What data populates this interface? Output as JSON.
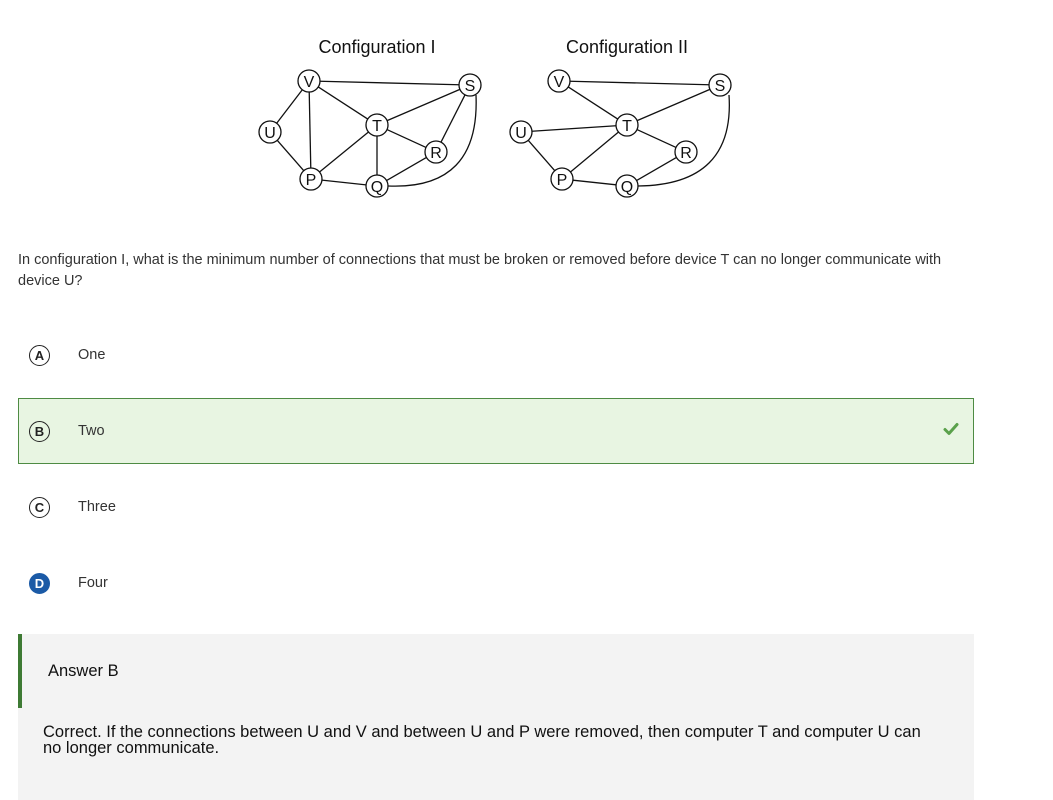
{
  "figure": {
    "configurations": [
      {
        "title": "Configuration I",
        "nodes": [
          "U",
          "V",
          "P",
          "T",
          "Q",
          "R",
          "S"
        ],
        "connections": [
          [
            "U",
            "V"
          ],
          [
            "U",
            "P"
          ],
          [
            "V",
            "P"
          ],
          [
            "V",
            "S"
          ],
          [
            "V",
            "T"
          ],
          [
            "T",
            "S"
          ],
          [
            "T",
            "P"
          ],
          [
            "T",
            "Q"
          ],
          [
            "T",
            "R"
          ],
          [
            "P",
            "Q"
          ],
          [
            "Q",
            "R"
          ],
          [
            "R",
            "S"
          ],
          [
            "Q",
            "S"
          ]
        ]
      },
      {
        "title": "Configuration II",
        "nodes": [
          "V",
          "U",
          "P",
          "T",
          "Q",
          "R",
          "S"
        ],
        "connections": [
          [
            "V",
            "S"
          ],
          [
            "V",
            "T"
          ],
          [
            "U",
            "T"
          ],
          [
            "U",
            "P"
          ],
          [
            "P",
            "T"
          ],
          [
            "P",
            "Q"
          ],
          [
            "T",
            "R"
          ],
          [
            "Q",
            "R"
          ],
          [
            "Q",
            "S"
          ],
          [
            "T",
            "S"
          ]
        ]
      }
    ]
  },
  "question": {
    "text": "In configuration I, what is the minimum number of connections that must be broken or removed before device T can no longer communicate with device U?"
  },
  "choices": [
    {
      "letter": "A",
      "label": "One"
    },
    {
      "letter": "B",
      "label": "Two"
    },
    {
      "letter": "C",
      "label": "Three"
    },
    {
      "letter": "D",
      "label": "Four"
    }
  ],
  "correct_choice": "B",
  "selected_choice": "D",
  "icons": {
    "correct_mark": "checkmark-icon"
  },
  "colors": {
    "correct_background": "#e8f5e2",
    "correct_border": "#4e8b43",
    "check": "#5aa14b",
    "selected_badge": "#1b5aa6",
    "explanation_background": "#f3f3f3",
    "explanation_bar": "#3e7a34"
  },
  "explanation": {
    "title": "Answer B",
    "body": "Correct. If the connections between U and V and between U and P were removed, then computer T and computer U can no longer communicate."
  }
}
